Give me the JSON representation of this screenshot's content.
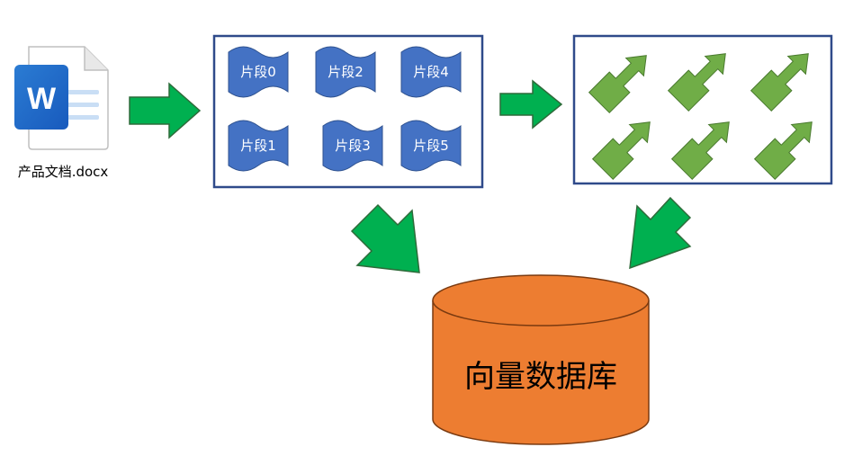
{
  "file": {
    "name": "产品文档.docx",
    "icon": "word-docx-icon"
  },
  "chunks_box": {
    "chunks": [
      "片段0",
      "片段2",
      "片段4",
      "片段1",
      "片段3",
      "片段5"
    ]
  },
  "vectors_box": {
    "count": 6,
    "icon": "vector-arrow-icon"
  },
  "database": {
    "label": "向量数据库"
  },
  "colors": {
    "chunk_fill": "#4472c4",
    "box_border": "#2f4a8a",
    "flow_arrow": "#00b050",
    "flow_arrow_outline": "#2e6b3a",
    "vector_fill": "#70ad47",
    "database_fill": "#ed7d31",
    "database_outline": "#7a3a10"
  }
}
